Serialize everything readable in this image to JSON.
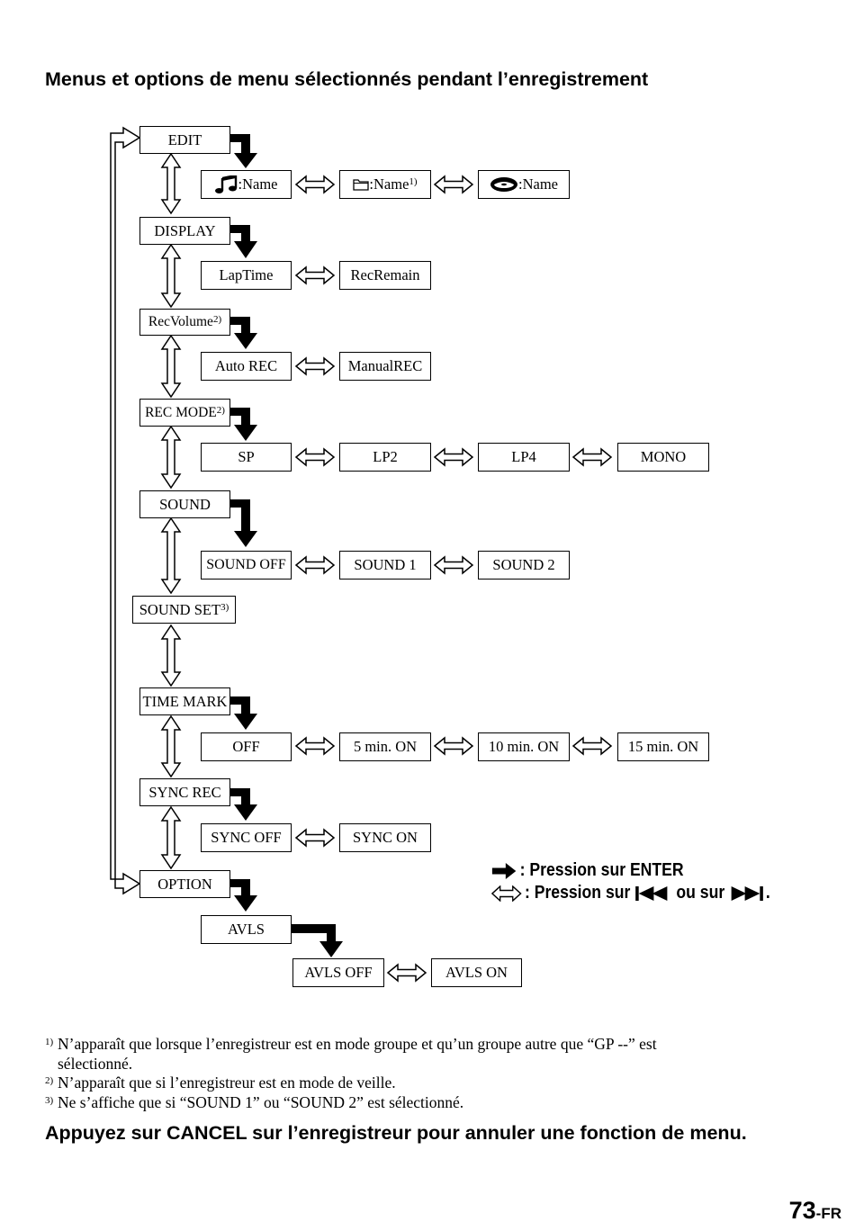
{
  "title": "Menus et options de menu sélectionnés pendant l’enregistrement",
  "menus": {
    "edit": "EDIT",
    "display": "DISPLAY",
    "recvolume": "RecVolume",
    "recvolume_note": "2)",
    "recmode": "REC MODE",
    "recmode_note": "2)",
    "sound": "SOUND",
    "soundset": "SOUND SET",
    "soundset_note": "3)",
    "timemark": "TIME MARK",
    "syncrec": "SYNC REC",
    "option": "OPTION"
  },
  "options": {
    "track_name": ":Name",
    "group_name": ":Name",
    "group_name_note": "1)",
    "disc_name": ":Name",
    "laptime": "LapTime",
    "recremain": "RecRemain",
    "autorec": "Auto REC",
    "manualrec": "ManualREC",
    "sp": "SP",
    "lp2": "LP2",
    "lp4": "LP4",
    "mono": "MONO",
    "soundoff": "SOUND OFF",
    "sound1": "SOUND 1",
    "sound2": "SOUND 2",
    "tm_off": "OFF",
    "tm_5": "5 min. ON",
    "tm_10": "10 min. ON",
    "tm_15": "15 min. ON",
    "syncoff": "SYNC OFF",
    "syncon": "SYNC ON",
    "avls": "AVLS",
    "avlsoff": "AVLS OFF",
    "avlson": "AVLS ON"
  },
  "legend": {
    "enter": ": Pression sur ENTER",
    "prev_next_1": ": Pression sur",
    "prev_next_2": "ou sur",
    "prev_next_3": "."
  },
  "footnotes": [
    {
      "num": "1)",
      "text": "N’apparaît que lorsque l’enregistreur est en mode groupe et qu’un groupe autre que “GP --” est",
      "cont": "sélectionné."
    },
    {
      "num": "2)",
      "text": "N’apparaît que si l’enregistreur est en mode de veille."
    },
    {
      "num": "3)",
      "text": "Ne s’affiche que si “SOUND 1” ou “SOUND 2” est sélectionné."
    }
  ],
  "bottom_instruction": "Appuyez sur CANCEL sur l’enregistreur pour annuler une fonction de menu.",
  "page": {
    "number": "73",
    "suffix": "-FR"
  }
}
